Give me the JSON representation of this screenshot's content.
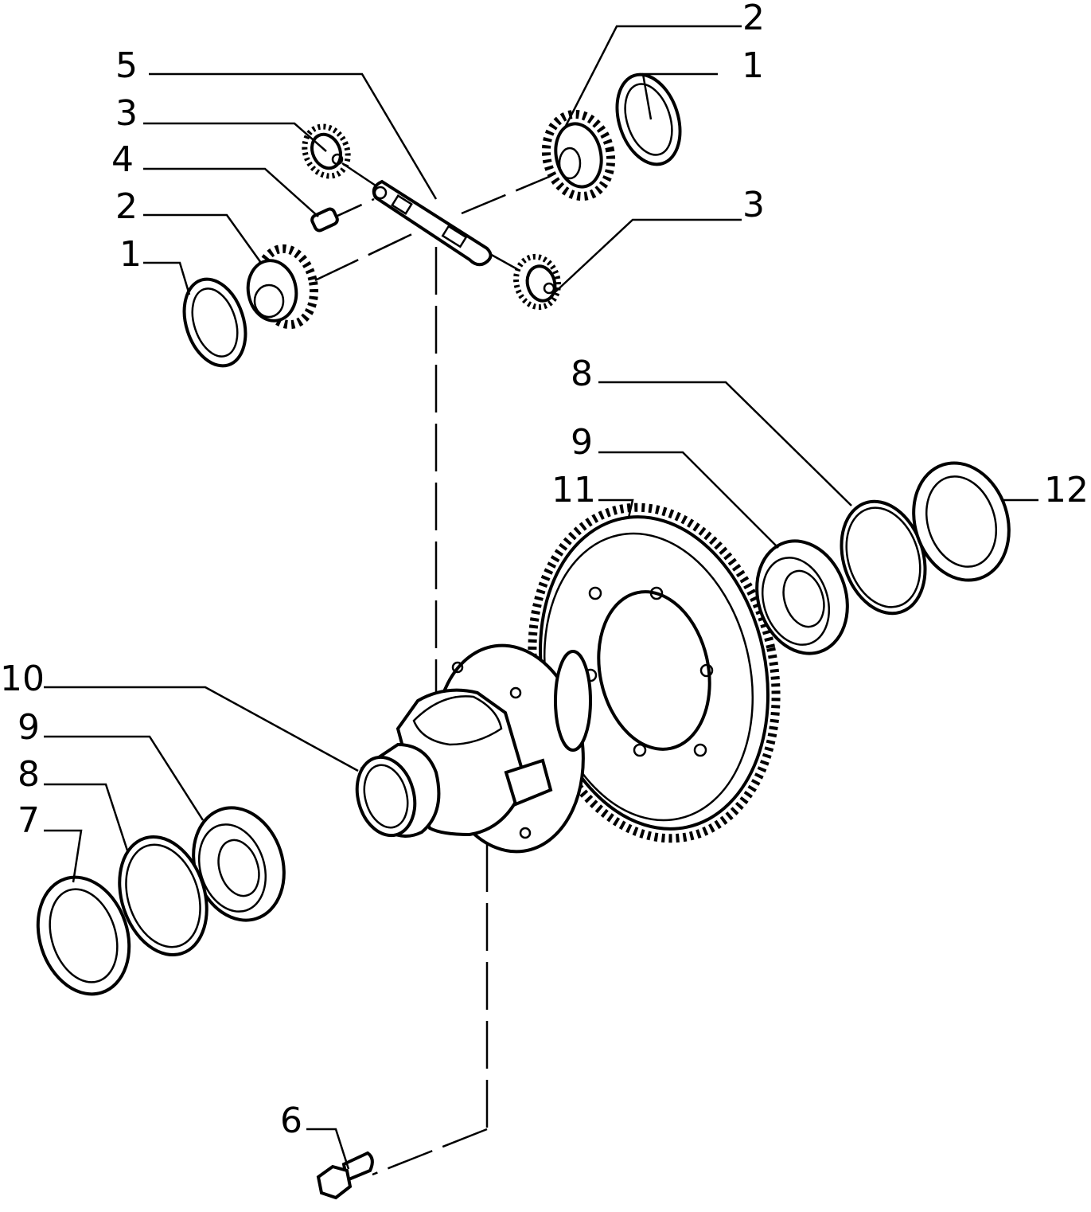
{
  "callouts": {
    "c1_top": "1",
    "c2_top": "2",
    "c3_right": "3",
    "c5": "5",
    "c3_left": "3",
    "c4": "4",
    "c2_left": "2",
    "c1_left": "1",
    "c8_right": "8",
    "c9_right": "9",
    "c11": "11",
    "c12": "12",
    "c10": "10",
    "c9_left": "9",
    "c8_left": "8",
    "c7": "7",
    "c6": "6"
  }
}
